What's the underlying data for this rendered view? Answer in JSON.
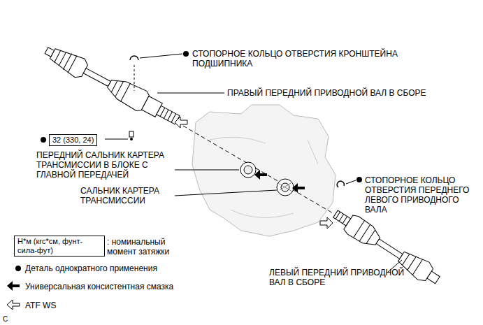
{
  "diagram": {
    "nodes": [
      {
        "text": [
          "32 (330, 24)"
        ]
      },
      {
        "text": [
          "Н*м (кгс*см, фунт-сила-фут)"
        ]
      }
    ],
    "labels": [
      "СТОПОРНОЕ КОЛЬЦО ОТВЕРСТИЯ КРОНШТЕЙНА ПОДШИПНИКА",
      "ПРАВЫЙ ПЕРЕДНИЙ ПРИВОДНОЙ ВАЛ В СБОРЕ",
      "ПЕРЕДНИЙ САЛЬНИК КАРТЕРА ТРАНСМИССИИ В БЛОКЕ С ГЛАВНОЙ ПЕРЕДАЧЕЙ",
      "САЛЬНИК КАРТЕРА ТРАНСМИССИИ",
      "СТОПОРНОЕ КОЛЬЦО ОТВЕРСТИЯ ПЕРЕДНЕГО ЛЕВОГО ПРИВОДНОГО ВАЛА",
      "ЛЕВЫЙ ПЕРЕДНИЙ ПРИВОДНОЙ ВАЛ В СБОРЕ",
      "C"
    ],
    "legend": [
      {
        "text": ": номинальный момент затяжки"
      },
      {
        "text": "Деталь однократного применения"
      },
      {
        "text": "Универсальная консистентная смазка"
      },
      {
        "text": "ATF WS"
      }
    ]
  }
}
